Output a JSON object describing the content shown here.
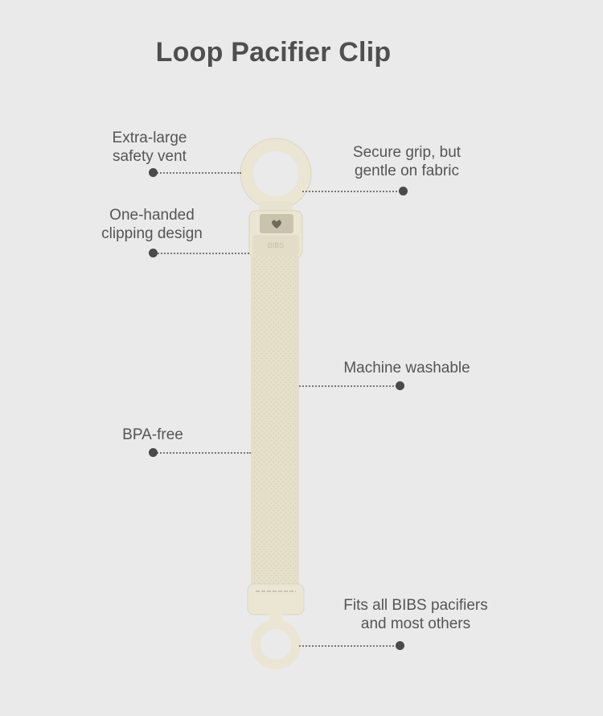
{
  "title": "Loop Pacifier Clip",
  "brand_mark": "BIBS",
  "features": [
    {
      "line1": "Extra-large",
      "line2": "safety vent"
    },
    {
      "line1": "Secure grip, but",
      "line2": "gentle on fabric"
    },
    {
      "line1": "One-handed",
      "line2": "clipping design"
    },
    {
      "line1": "Machine washable",
      "line2": ""
    },
    {
      "line1": "BPA-free",
      "line2": ""
    },
    {
      "line1": "Fits all BIBS pacifiers",
      "line2": "and most others"
    }
  ],
  "colors": {
    "background": "#eaeaea",
    "product": "#ebe6d3",
    "strap": "#e4dec8",
    "text": "#555555",
    "leader": "#777777"
  }
}
